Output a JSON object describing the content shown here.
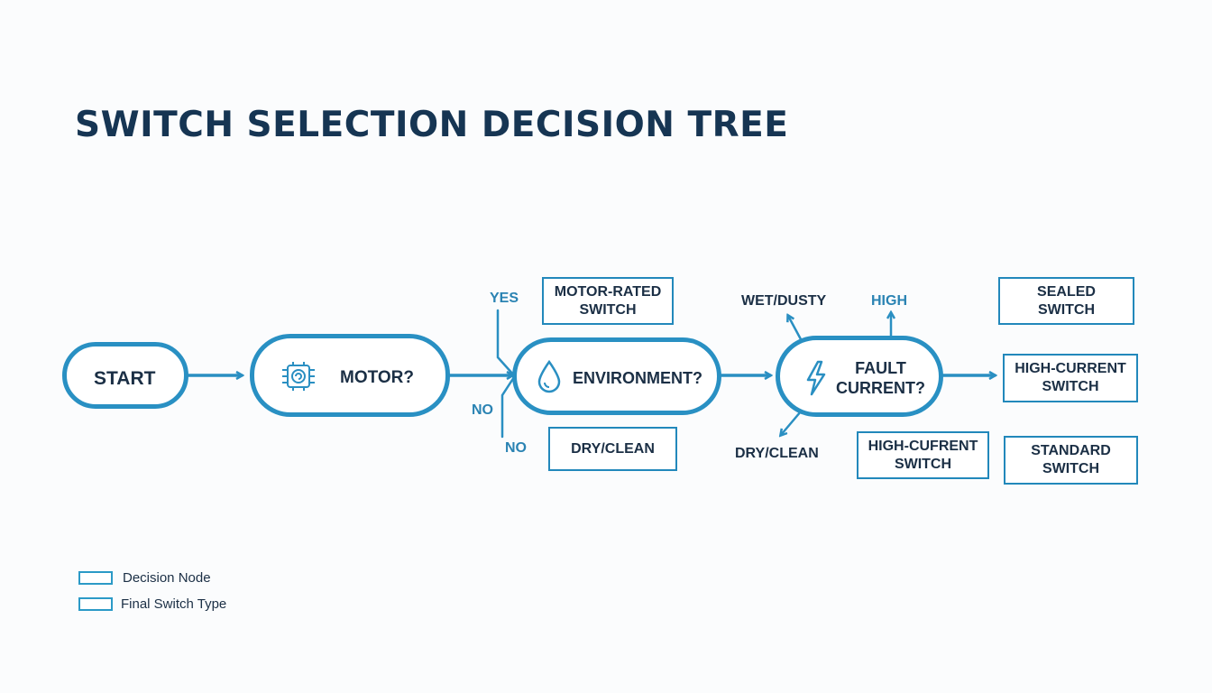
{
  "title": "SWITCH SELECTION DECISION TREE",
  "colors": {
    "node_border": "#2990c3",
    "text_dark": "#1b2f45",
    "title": "#163553",
    "label_blue": "#2a83b3",
    "background": "#fbfcfd"
  },
  "nodes": {
    "start": {
      "label": "START"
    },
    "motor": {
      "label": "MOTOR?",
      "icon": "motor-icon"
    },
    "environment": {
      "label": "ENVIRONMENT?",
      "icon": "water-drop-icon"
    },
    "fault": {
      "label": "FAULT\nCURRENT?",
      "icon": "lightning-icon"
    }
  },
  "results": {
    "motor_rated": "MOTOR-RATED\nSWITCH",
    "dry_clean_box": "DRY/CLEAN",
    "sealed": "SEALED\nSWITCH",
    "high_current_right": "HIGH-CURRENT\nSWITCH",
    "high_current_lower": "HIGH-CUFRENT\nSWITCH",
    "standard": "STANDARD\nSWITCH"
  },
  "edge_labels": {
    "yes": "YES",
    "no_left": "NO",
    "no_lower": "NO",
    "wet_dusty": "WET/DUSTY",
    "high": "HIGH",
    "dry_clean": "DRY/CLEAN"
  },
  "legend": {
    "decision": "Decision Node",
    "final": "Final Switch Type"
  }
}
